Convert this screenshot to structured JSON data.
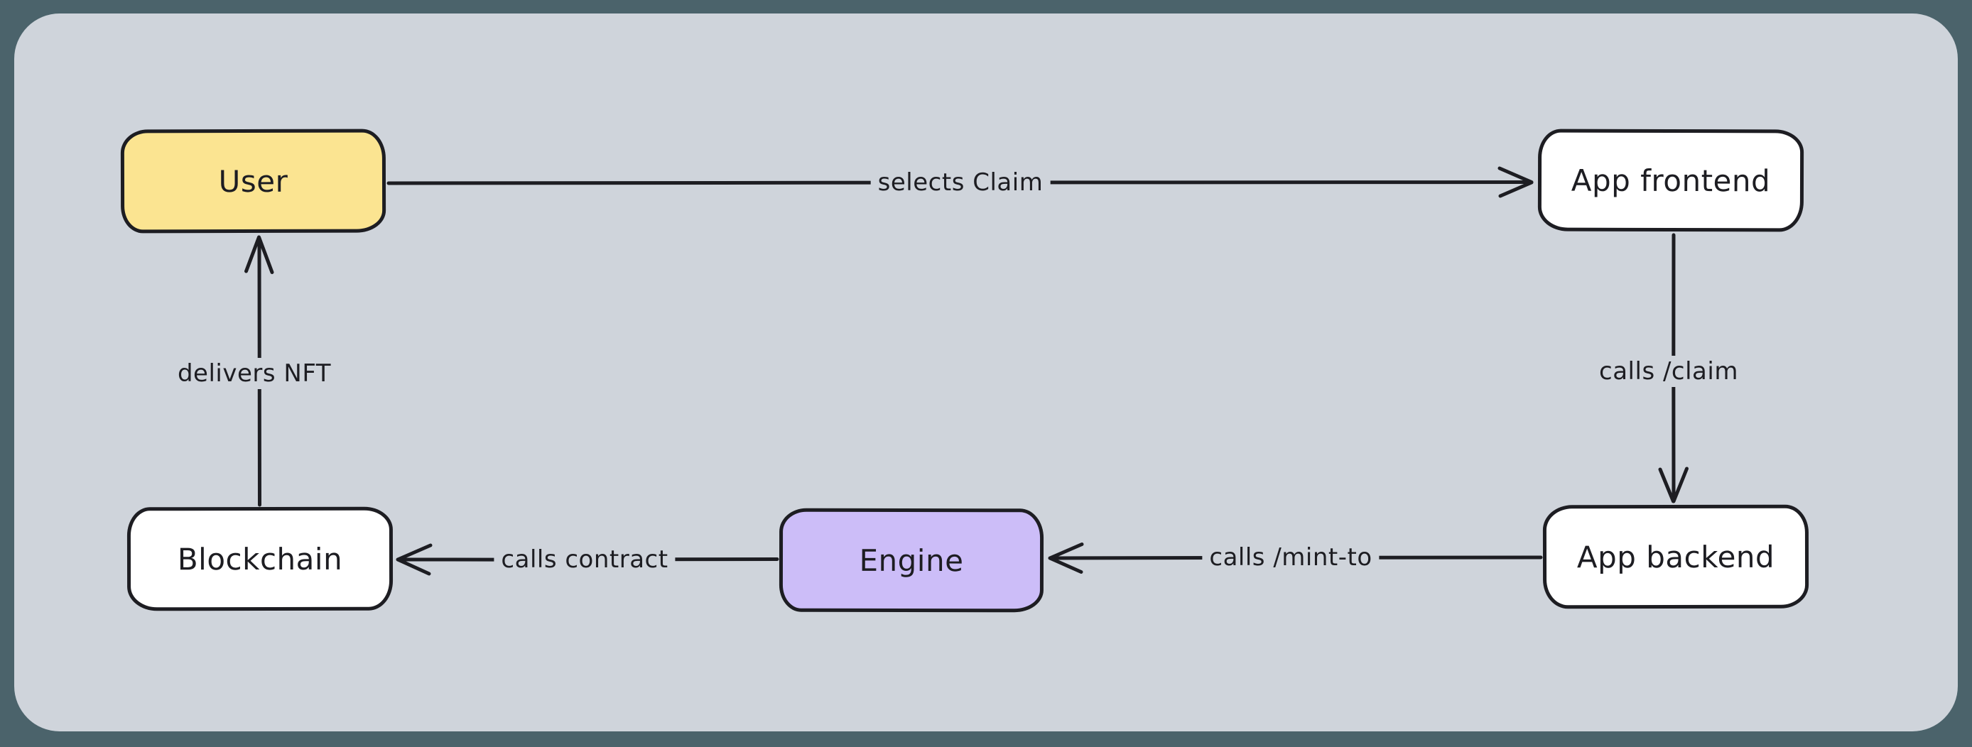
{
  "diagram": {
    "type": "flow-diagram",
    "style": "hand-drawn",
    "background_color": "#4B636B",
    "canvas_color": "#CFD4DB",
    "stroke_color": "#1D1D22",
    "nodes": [
      {
        "id": "user",
        "label": "User",
        "fill": "#FBE491"
      },
      {
        "id": "app-frontend",
        "label": "App frontend",
        "fill": "#FFFFFF"
      },
      {
        "id": "app-backend",
        "label": "App backend",
        "fill": "#FFFFFF"
      },
      {
        "id": "engine",
        "label": "Engine",
        "fill": "#CCBDF8"
      },
      {
        "id": "blockchain",
        "label": "Blockchain",
        "fill": "#FFFFFF"
      }
    ],
    "edges": [
      {
        "from": "user",
        "to": "app-frontend",
        "label": "selects Claim"
      },
      {
        "from": "app-frontend",
        "to": "app-backend",
        "label": "calls /claim"
      },
      {
        "from": "app-backend",
        "to": "engine",
        "label": "calls /mint-to"
      },
      {
        "from": "engine",
        "to": "blockchain",
        "label": "calls contract"
      },
      {
        "from": "blockchain",
        "to": "user",
        "label": "delivers NFT"
      }
    ]
  }
}
